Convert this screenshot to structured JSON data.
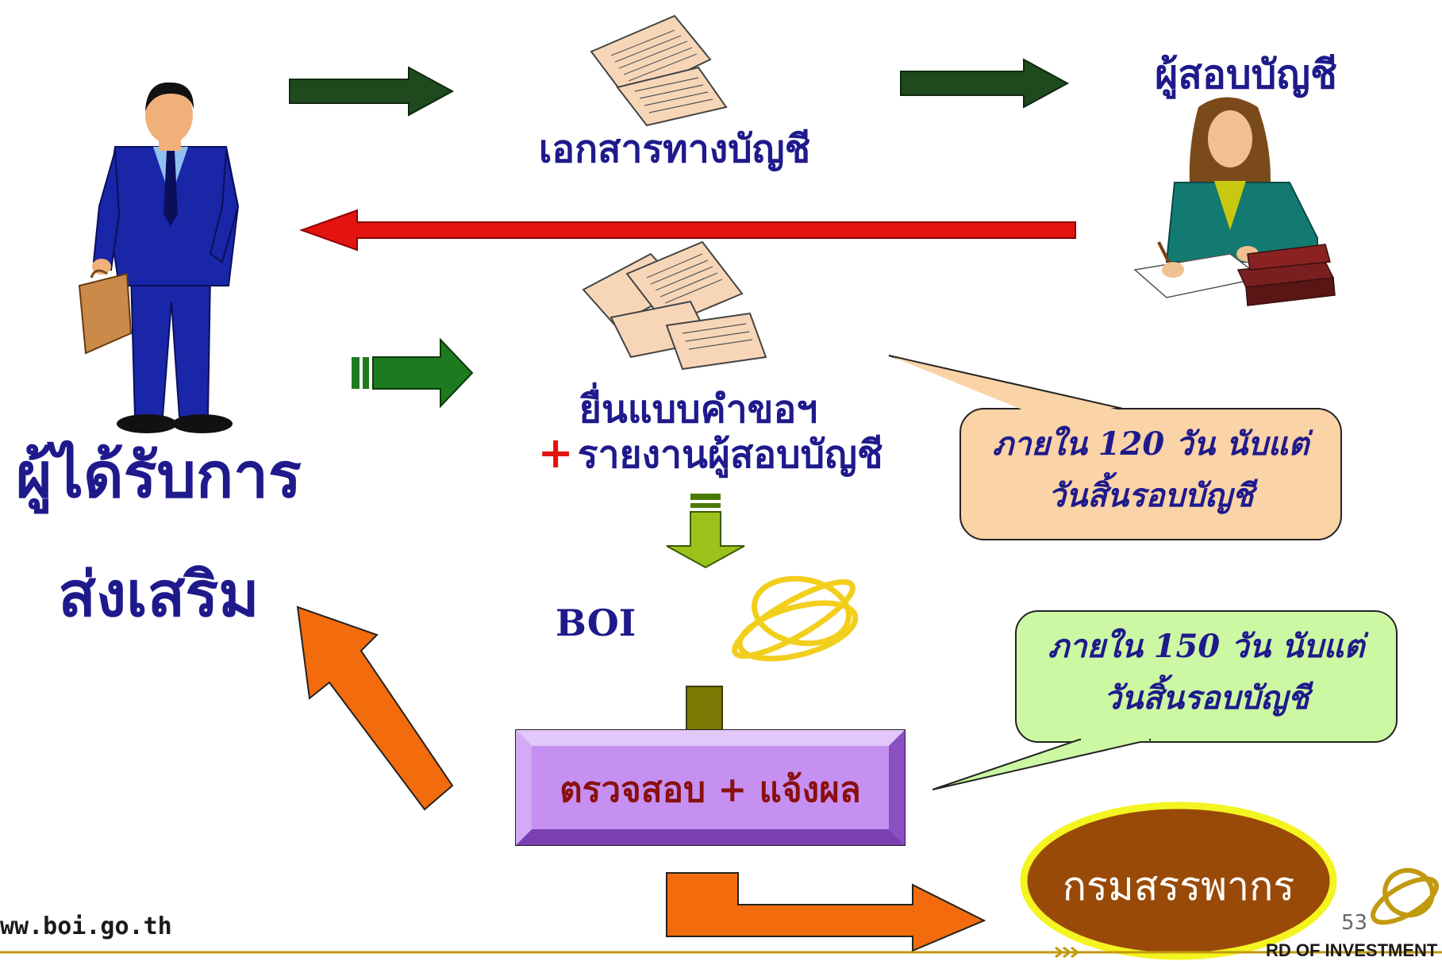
{
  "slide": {
    "person_label_line1": "ผู้ได้รับการ",
    "person_label_line2": "ส่งเสริม",
    "accounting_docs_label": "เอกสารทางบัญชี",
    "auditor_label": "ผู้สอบบัญชี",
    "submit_label_line1": "ยื่นแบบคำขอฯ",
    "submit_plus": "+",
    "submit_label_line2": "รายงานผู้สอบบัญชี",
    "boi_label": "BOI",
    "check_box_label": "ตรวจสอบ + แจ้งผล",
    "callout_120_line1": "ภายใน 120 วัน นับแต่",
    "callout_120_line2": "วันสิ้นรอบบัญชี",
    "callout_150_line1": "ภายใน 150 วัน นับแต่",
    "callout_150_line2": "วันสิ้นรอบบัญชี",
    "revenue_dept_label": "กรมสรรพากร"
  },
  "footer": {
    "website": "ww.boi.go.th",
    "page_number": "53",
    "org_name_fragment": "RD OF INVESTMENT"
  },
  "colors": {
    "label_text": "#1f1a8c",
    "dark_green_arrow": "#1e4a1e",
    "red_arrow": "#e3140f",
    "orange_arrow": "#f26b0c",
    "callout_120_fill": "#fad3a6",
    "callout_150_fill": "#ccf7a3",
    "check_box_fill": "#c590f2",
    "check_box_text": "#8a0f0f",
    "revenue_dept_fill": "#9a4a08",
    "revenue_dept_border": "#f4f420",
    "boi_logo": "#f2cf1c"
  }
}
